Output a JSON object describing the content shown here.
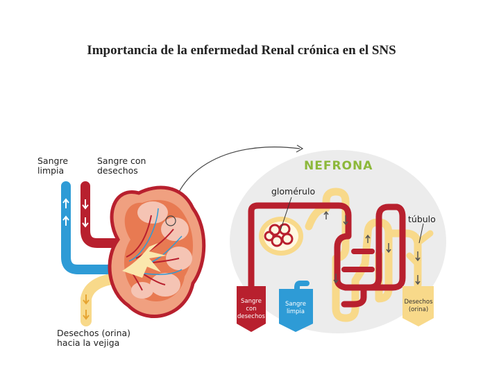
{
  "title": "Importancia de la enfermedad Renal crónica en el SNS",
  "left": {
    "clean_blood_1": "Sangre",
    "clean_blood_2": "limpia",
    "dirty_blood_1": "Sangre con",
    "dirty_blood_2": "desechos",
    "urine_1": "Desechos (orina)",
    "urine_2": "hacia la vejiga"
  },
  "nephron": {
    "heading": "NEFRONA",
    "glomerulus": "glomérulo",
    "tubule": "túbulo",
    "box_dirty_1": "Sangre",
    "box_dirty_2": "con",
    "box_dirty_3": "desechos",
    "box_clean_1": "Sangre",
    "box_clean_2": "limpia",
    "box_waste_1": "Desechos",
    "box_waste_2": "(orina)"
  },
  "colors": {
    "red": "#b8202e",
    "blue": "#2e9bd6",
    "urine": "#f8d98a",
    "kidney": "#e87a52",
    "nephron_bg": "#ececec"
  }
}
